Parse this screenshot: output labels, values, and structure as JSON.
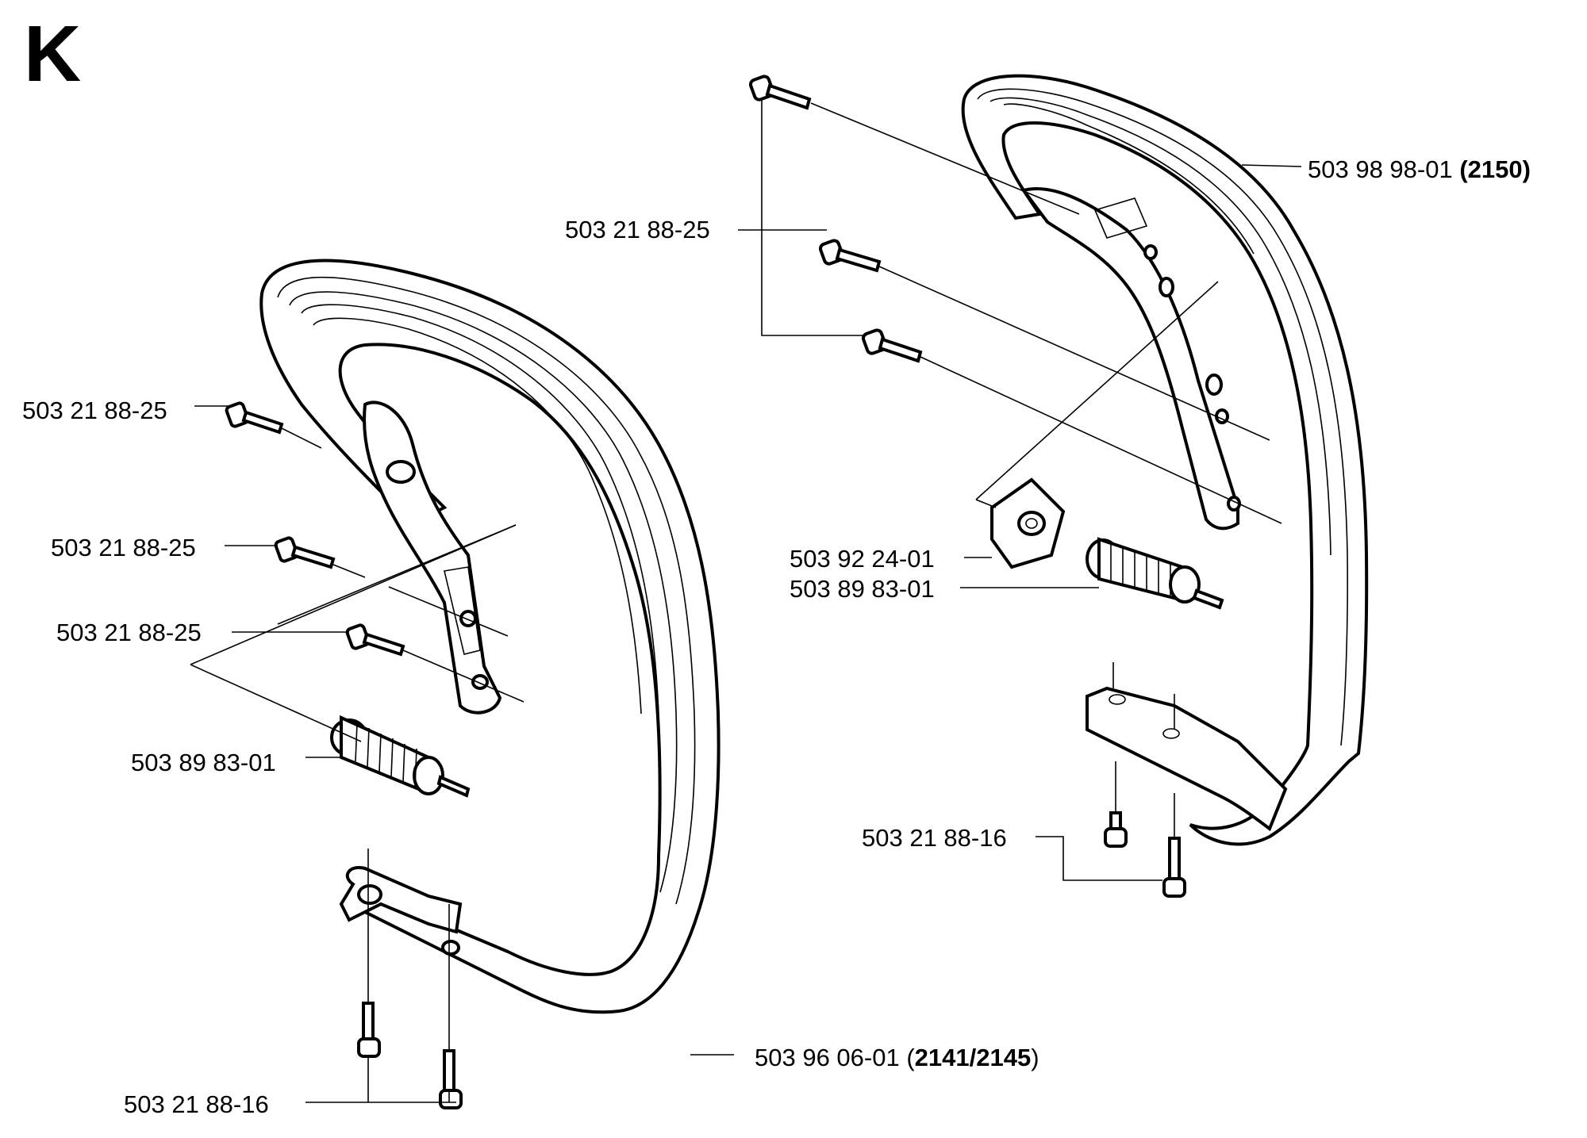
{
  "sheet_letter": "K",
  "labels": {
    "screw_right_top": "503 21 88-25",
    "handle_right_number": "503 98 98-01",
    "handle_right_model": "(2150)",
    "screw_left_1": "503 21 88-25",
    "screw_left_2": "503 21 88-25",
    "screw_left_3": "503 21 88-25",
    "buffer_left": "503 89 83-01",
    "bracket_right": "503 92 24-01",
    "buffer_right": "503 89 83-01",
    "screw_bottom_right": "503 21 88-16",
    "handle_left_number": "503 96 06-01",
    "handle_left_paren_open": "(",
    "handle_left_model": "2141/2145",
    "handle_left_paren_close": ")",
    "screw_bottom_left": "503 21 88-16"
  }
}
